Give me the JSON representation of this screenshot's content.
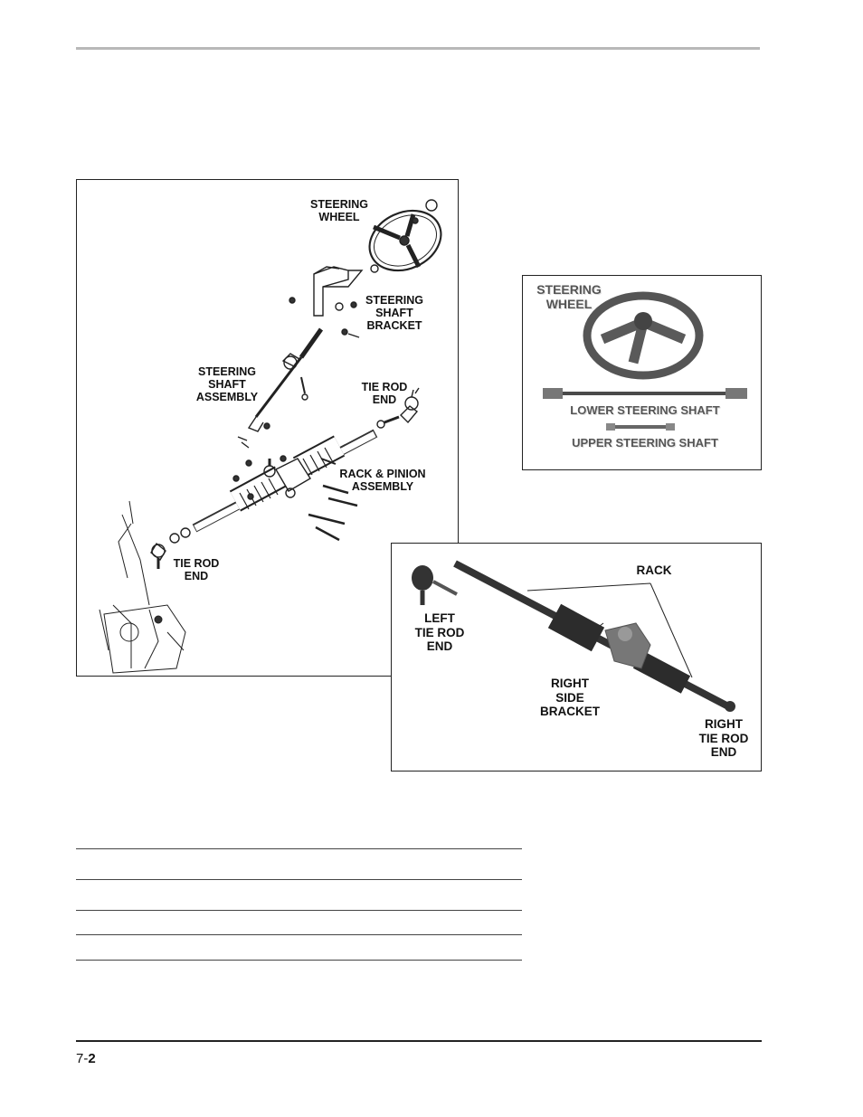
{
  "figure1": {
    "steering_wheel": "STEERING\nWHEEL",
    "steering_shaft_bracket": "STEERING\nSHAFT\nBRACKET",
    "steering_shaft_assembly": "STEERING\nSHAFT\nASSEMBLY",
    "tie_rod_end_upper": "TIE ROD\nEND",
    "rack_pinion_assembly": "RACK & PINION\nASSEMBLY",
    "tie_rod_end_lower": "TIE ROD\nEND"
  },
  "figure2": {
    "steering_wheel": "STEERING\nWHEEL",
    "lower_steering_shaft": "LOWER STEERING SHAFT",
    "upper_steering_shaft": "UPPER STEERING SHAFT"
  },
  "figure3": {
    "rack": "RACK",
    "left_tie_rod_end": "LEFT\nTIE ROD\nEND",
    "right_side_bracket": "RIGHT\nSIDE\nBRACKET",
    "right_tie_rod_end": "RIGHT\nTIE ROD\nEND"
  },
  "footer": {
    "chapter": "7-",
    "page": "2"
  }
}
